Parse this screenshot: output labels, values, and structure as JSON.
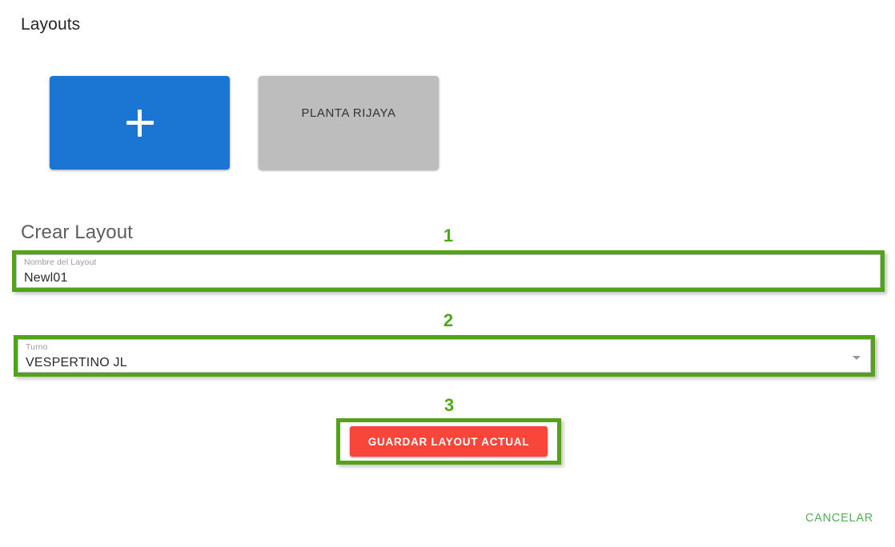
{
  "page": {
    "title": "Layouts"
  },
  "layout_cards": [
    {
      "kind": "new",
      "icon": "plus-icon",
      "label": ""
    },
    {
      "kind": "existing",
      "icon": "",
      "label": "PLANTA RIJAYA"
    }
  ],
  "form": {
    "section_title": "Crear Layout",
    "fields": [
      {
        "label": "Nombre del Layout",
        "value": "Newl01",
        "placeholder": "Nombre del Layout",
        "type": "text"
      },
      {
        "label": "Turno",
        "value": "VESPERTINO JL",
        "placeholder": "Turno",
        "type": "select",
        "icon": "chevron-down-icon"
      }
    ],
    "save_label": "GUARDAR LAYOUT ACTUAL",
    "cancel_label": "CANCELAR"
  },
  "annotations": {
    "markers": [
      "1",
      "2",
      "3"
    ],
    "box_color": "#52a318",
    "number_color": "#4aaa11"
  },
  "colors": {
    "card_new": "#1a76d2",
    "card_existing": "#bdbdbd",
    "save_button": "#f9453a",
    "cancel_link": "#54b054",
    "annotation_green": "#52a318"
  }
}
